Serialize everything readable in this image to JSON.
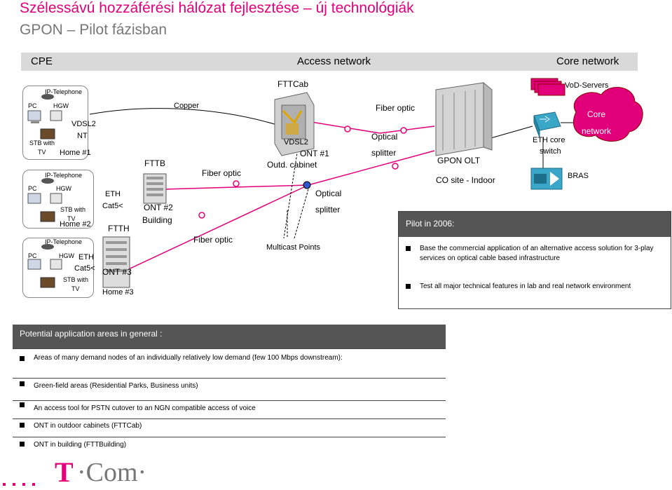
{
  "header": {
    "title": "Szélessávú hozzáférési hálózat fejlesztése – új technológiák",
    "subtitle": "GPON – Pilot fázisban"
  },
  "section_bar": {
    "cpe": "CPE",
    "access": "Access network",
    "core": "Core network"
  },
  "homes": [
    {
      "iptel": "IP-Telephone",
      "pc": "PC",
      "hgw": "HGW",
      "stb": "STB with",
      "tv": "TV",
      "name": "Home #1",
      "modem": "VDSL2",
      "nt": "NT"
    },
    {
      "iptel": "IP-Telephone",
      "pc": "PC",
      "hgw": "HGW",
      "stb": "STB with",
      "tv": "TV",
      "name": "Home #2",
      "eth": "ETH",
      "cat": "Cat5<"
    },
    {
      "iptel": "IP-Telephone",
      "pc": "PC",
      "hgw": "HGW",
      "stb": "STB with",
      "tv": "TV",
      "name": "Home #3",
      "eth": "ETH",
      "cat": "Cat5<"
    }
  ],
  "diagram": {
    "copper": "Copper",
    "fttb": "FTTB",
    "ont2": "ONT #2",
    "building": "Building",
    "ftth": "FTTH",
    "ont3": "ONT #3",
    "fiber_optic_1": "Fiber optic",
    "fiber_optic_2": "Fiber optic",
    "fttcab": "FTTCab",
    "vdsl2": "VDSL2",
    "ont1": "ONT #1",
    "outd_cabinet": "Outd. cabinet",
    "optical_1": "Optical",
    "splitter_1": "splitter",
    "multicast": "Multicast Points",
    "fiber_optic_3": "Fiber optic",
    "optical_2": "Optical",
    "splitter_2": "splitter",
    "gpon_olt": "GPON OLT",
    "co_site": "CO site - Indoor",
    "vod": "VoD-Servers",
    "eth_core": "ETH core",
    "switch": "switch",
    "bras": "BRAS",
    "core_cloud_1": "Core",
    "core_cloud_2": "network"
  },
  "pilot": {
    "header": "Pilot in 2006:",
    "items": [
      "Base the commercial application of an alternative access solution for 3-play services on optical cable based infrastructure",
      "Test all major technical features in lab and real network environment"
    ]
  },
  "potential": {
    "header": "Potential application areas in general :",
    "items": [
      "Areas of many demand nodes of an individually relatively low demand (few 100 Mbps downstream):",
      "Green-field areas (Residential Parks, Business units)",
      "An access tool for PSTN cutover to an NGN compatible access of voice",
      "ONT in outdoor cabinets (FTTCab)",
      "ONT in building (FTTBuilding)"
    ]
  },
  "logo": {
    "t": "T",
    "com": "·Com·"
  },
  "colors": {
    "magenta": "#e2007a",
    "switch_blue": "#3aa6c8",
    "cabinet_gray": "#c7c7c7"
  }
}
